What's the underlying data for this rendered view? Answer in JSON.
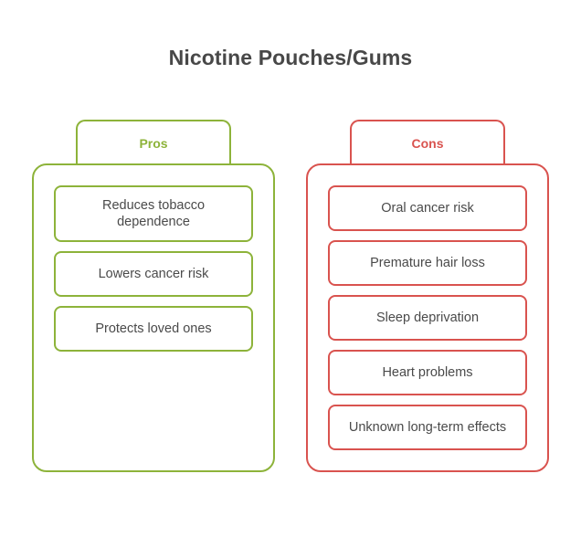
{
  "title": "Nicotine Pouches/Gums",
  "colors": {
    "pros": "#8db33a",
    "cons": "#d9534f",
    "text": "#4a4a4a"
  },
  "pros": {
    "label": "Pros",
    "items": [
      "Reduces tobacco dependence",
      "Lowers cancer risk",
      "Protects loved ones"
    ]
  },
  "cons": {
    "label": "Cons",
    "items": [
      "Oral cancer risk",
      "Premature hair loss",
      "Sleep deprivation",
      "Heart problems",
      "Unknown long-term effects"
    ]
  }
}
